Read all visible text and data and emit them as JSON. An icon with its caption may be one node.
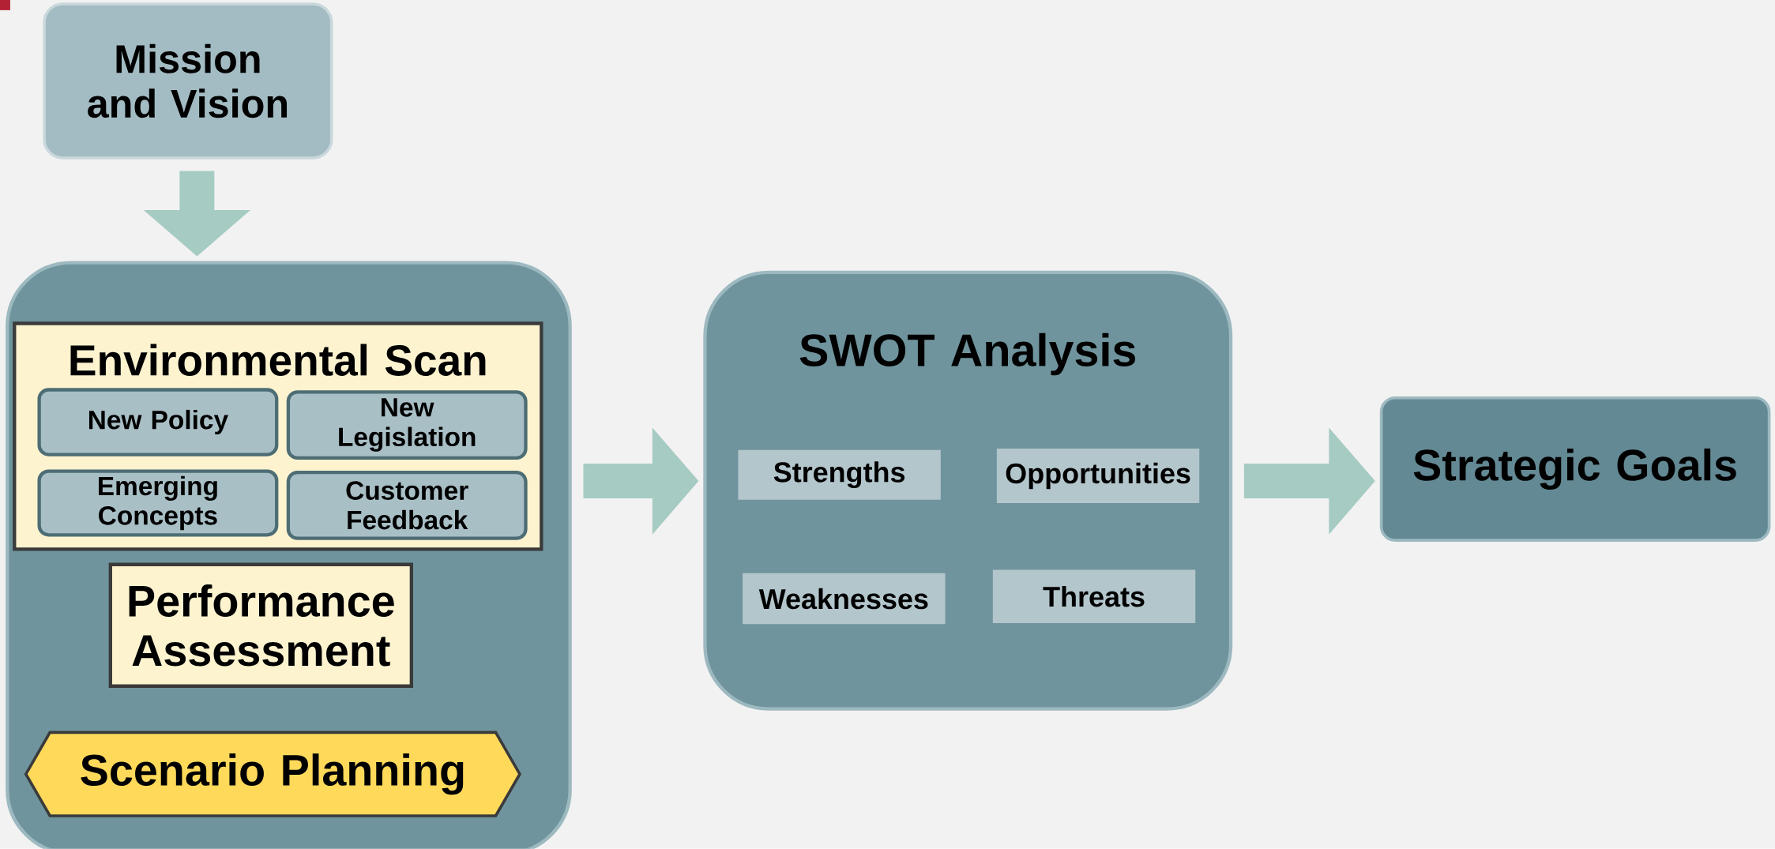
{
  "diagram": {
    "nodes": [
      {
        "text": [
          "Mission and Vision"
        ]
      },
      {
        "text": [],
        "shape": "box"
      },
      {
        "text": [
          "Environmental Scan"
        ],
        "in": 1
      },
      {
        "text": [
          "New Policy"
        ],
        "in": 2
      },
      {
        "text": [
          "New Legislation"
        ],
        "in": 2
      },
      {
        "text": [
          "Emerging Concepts"
        ],
        "in": 2
      },
      {
        "text": [
          "Customer Feedback"
        ],
        "in": 2
      },
      {
        "text": [
          "Performance Assessment"
        ],
        "in": 1
      },
      {
        "text": [
          "Scenario Planning"
        ],
        "in": 1
      },
      {
        "text": [
          "SWOT Analysis"
        ]
      },
      {
        "text": [
          "Strengths"
        ],
        "in": 9
      },
      {
        "text": [
          "Opportunities"
        ],
        "in": 9
      },
      {
        "text": [
          "Weaknesses"
        ],
        "in": 9
      },
      {
        "text": [
          "Threats"
        ],
        "in": 9
      },
      {
        "text": [
          "Strategic Goals"
        ]
      }
    ],
    "edges": [
      {
        "from": 0,
        "to": 1,
        "arrow": "to"
      },
      {
        "from": 1,
        "to": 9,
        "arrow": "to"
      },
      {
        "from": 9,
        "to": 14,
        "arrow": "to"
      }
    ]
  }
}
